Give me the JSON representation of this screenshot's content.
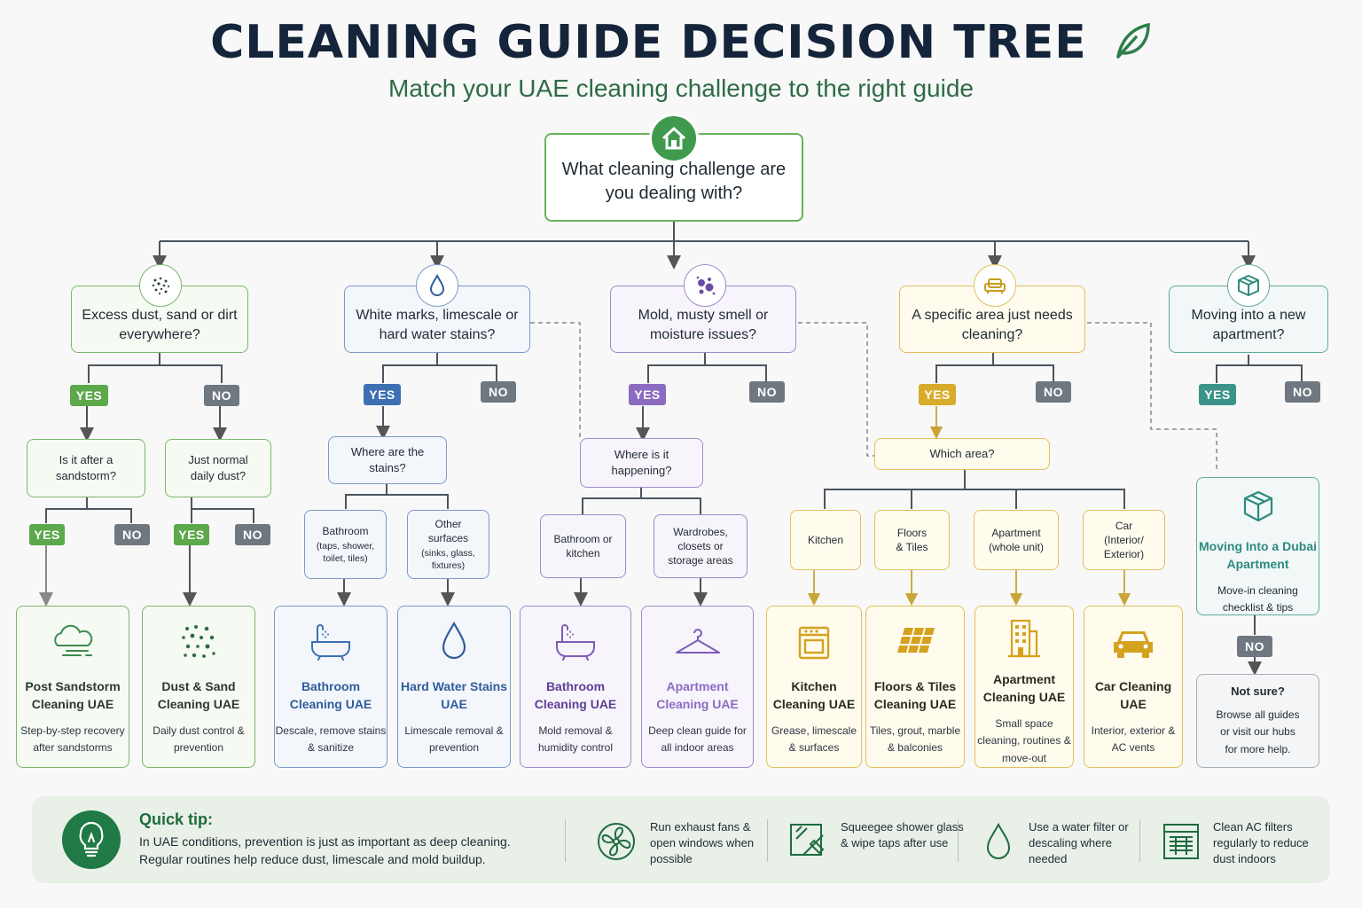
{
  "title": "CLEANING GUIDE DECISION TREE",
  "subtitle": "Match your UAE cleaning challenge to the right guide",
  "root": {
    "question": "What cleaning challenge are you dealing with?",
    "icon": "house-icon"
  },
  "labels": {
    "yes": "YES",
    "no": "NO"
  },
  "categories": [
    {
      "question": "Excess dust, sand or dirt everywhere?",
      "icon": "dust-icon",
      "color": "#5ea84c"
    },
    {
      "question": "White marks, limescale or hard water stains?",
      "icon": "water-drop-icon",
      "color": "#3d6fb3"
    },
    {
      "question": "Mold, musty smell or moisture issues?",
      "icon": "mold-icon",
      "color": "#8a6bbf"
    },
    {
      "question": "A specific area just needs cleaning?",
      "icon": "sofa-icon",
      "color": "#d8ac2b"
    },
    {
      "question": "Moving into a new apartment?",
      "icon": "box-icon",
      "color": "#3c9488"
    }
  ],
  "questions": {
    "sandstorm": "Is it after a sandstorm?",
    "daily_dust": "Just normal daily dust?",
    "stains_where": "Where are the stains?",
    "mold_where": "Where is it happening?",
    "which_area": "Which area?"
  },
  "options": {
    "bathroom": {
      "title": "Bathroom",
      "note": "(taps, shower, toilet, tiles)"
    },
    "other_surfaces": {
      "title": "Other surfaces",
      "note": "(sinks, glass, fixtures)"
    },
    "bath_kitchen": "Bathroom or kitchen",
    "wardrobes": "Wardrobes, closets or storage areas",
    "kitchen": "Kitchen",
    "floors": "Floors & Tiles",
    "apartment": "Apartment (whole unit)",
    "car": "Car (Interior/ Exterior)"
  },
  "guides": [
    {
      "title": "Post Sandstorm Cleaning UAE",
      "desc": "Step-by-step recovery after sandstorms",
      "icon": "cloud-wind-icon"
    },
    {
      "title": "Dust & Sand Cleaning UAE",
      "desc": "Daily dust control & prevention",
      "icon": "dust-particles-icon"
    },
    {
      "title": "Bathroom Cleaning UAE",
      "desc": "Descale, remove stains & sanitize",
      "icon": "bathtub-icon"
    },
    {
      "title": "Hard Water Stains UAE",
      "desc": "Limescale removal & prevention",
      "icon": "water-drop-icon"
    },
    {
      "title": "Bathroom Cleaning UAE",
      "desc": "Mold removal & humidity control",
      "icon": "bathtub-icon"
    },
    {
      "title": "Apartment Cleaning UAE",
      "desc": "Deep clean guide for all indoor areas",
      "icon": "hanger-icon"
    },
    {
      "title": "Kitchen Cleaning UAE",
      "desc": "Grease, limescale & surfaces",
      "icon": "oven-icon"
    },
    {
      "title": "Floors & Tiles Cleaning UAE",
      "desc": "Tiles, grout, marble & balconies",
      "icon": "tiles-icon"
    },
    {
      "title": "Apartment Cleaning UAE",
      "desc": "Small space cleaning, routines & move-out",
      "icon": "building-icon"
    },
    {
      "title": "Car Cleaning UAE",
      "desc": "Interior, exterior & AC vents",
      "icon": "car-icon"
    }
  ],
  "moving": {
    "title": "Moving Into a Dubai Apartment",
    "desc": "Move-in cleaning checklist & tips",
    "icon": "box-icon"
  },
  "not_sure": {
    "title": "Not sure?",
    "desc": "Browse all guides or visit our hubs for more help."
  },
  "tip": {
    "title": "Quick tip:",
    "text": "In UAE conditions, prevention is just as important as deep cleaning. Regular routines help reduce dust, limescale and mold buildup.",
    "items": [
      {
        "text": "Run exhaust fans & open windows when possible",
        "icon": "fan-icon"
      },
      {
        "text": "Squeegee shower glass & wipe taps after use",
        "icon": "squeegee-icon"
      },
      {
        "text": "Use a water filter or descaling where needed",
        "icon": "drop-icon"
      },
      {
        "text": "Clean AC filters regularly to reduce dust indoors",
        "icon": "ac-filter-icon"
      }
    ]
  },
  "colors": {
    "green": "#5ea84c",
    "blue": "#3d6fb3",
    "purple": "#8a6bbf",
    "yellow": "#d8ac2b",
    "teal": "#3c9488",
    "gray": "#6f7780"
  }
}
